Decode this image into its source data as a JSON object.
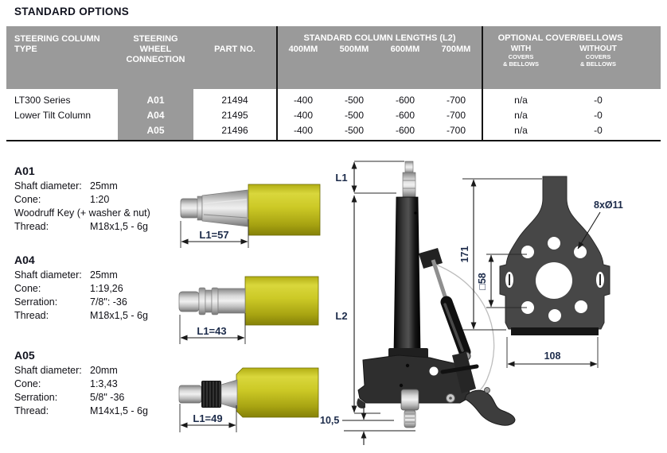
{
  "title": "STANDARD OPTIONS",
  "colors": {
    "header_gray": "#9a9a9a",
    "tube_yellow": "#c6c31e",
    "divider_black": "#141414",
    "dim_text_navy": "#1c2b4a"
  },
  "table": {
    "col_type_header": "STEERING COLUMN TYPE",
    "col_connection_header": "STEERING WHEEL CONNECTION",
    "col_part_header": "PART NO.",
    "lengths_group_header": "STANDARD COLUMN LENGTHS (L2)",
    "length_headers": [
      "400MM",
      "500MM",
      "600MM",
      "700MM"
    ],
    "covers_group_header": "OPTIONAL COVER/BELLOWS",
    "with_header": "WITH",
    "without_header": "WITHOUT",
    "covers_subline1": "COVERS",
    "covers_subline2": "& BELLOWS",
    "type_line1": "LT300 Series",
    "type_line2": "Lower Tilt Column",
    "rows": [
      {
        "connection": "A01",
        "part": "21494",
        "len400": "-400",
        "len500": "-500",
        "len600": "-600",
        "len700": "-700",
        "with_covers": "n/a",
        "without_covers": "-0"
      },
      {
        "connection": "A04",
        "part": "21495",
        "len400": "-400",
        "len500": "-500",
        "len600": "-600",
        "len700": "-700",
        "with_covers": "n/a",
        "without_covers": "-0"
      },
      {
        "connection": "A05",
        "part": "21496",
        "len400": "-400",
        "len500": "-500",
        "len600": "-600",
        "len700": "-700",
        "with_covers": "n/a",
        "without_covers": "-0"
      }
    ]
  },
  "specs": [
    {
      "id": "A01",
      "lines": [
        [
          "Shaft diameter:",
          "25mm"
        ],
        [
          "Cone:",
          "1:20"
        ],
        [
          "Woodruff Key (+ washer & nut)",
          ""
        ],
        [
          "Thread:",
          "M18x1,5 - 6g"
        ]
      ],
      "dim": "L1=57"
    },
    {
      "id": "A04",
      "lines": [
        [
          "Shaft diameter:",
          "25mm"
        ],
        [
          "Cone:",
          "1:19,26"
        ],
        [
          "Serration:",
          "7/8\": -36"
        ],
        [
          "Thread:",
          "M18x1,5 - 6g"
        ]
      ],
      "dim": "L1=43"
    },
    {
      "id": "A05",
      "lines": [
        [
          "Shaft diameter:",
          "20mm"
        ],
        [
          "Cone:",
          "1:3,43"
        ],
        [
          "Serration:",
          "5/8\" -36"
        ],
        [
          "Thread:",
          "M14x1,5 - 6g"
        ]
      ],
      "dim": "L1=49"
    }
  ],
  "column_diagram": {
    "dim_l1": "L1",
    "dim_l2": "L2",
    "dim_bottom_offset": "10,5"
  },
  "bracket_diagram": {
    "dim_holes": "8xØ11",
    "dim_height": "171",
    "dim_square": "□58",
    "dim_width": "108"
  }
}
